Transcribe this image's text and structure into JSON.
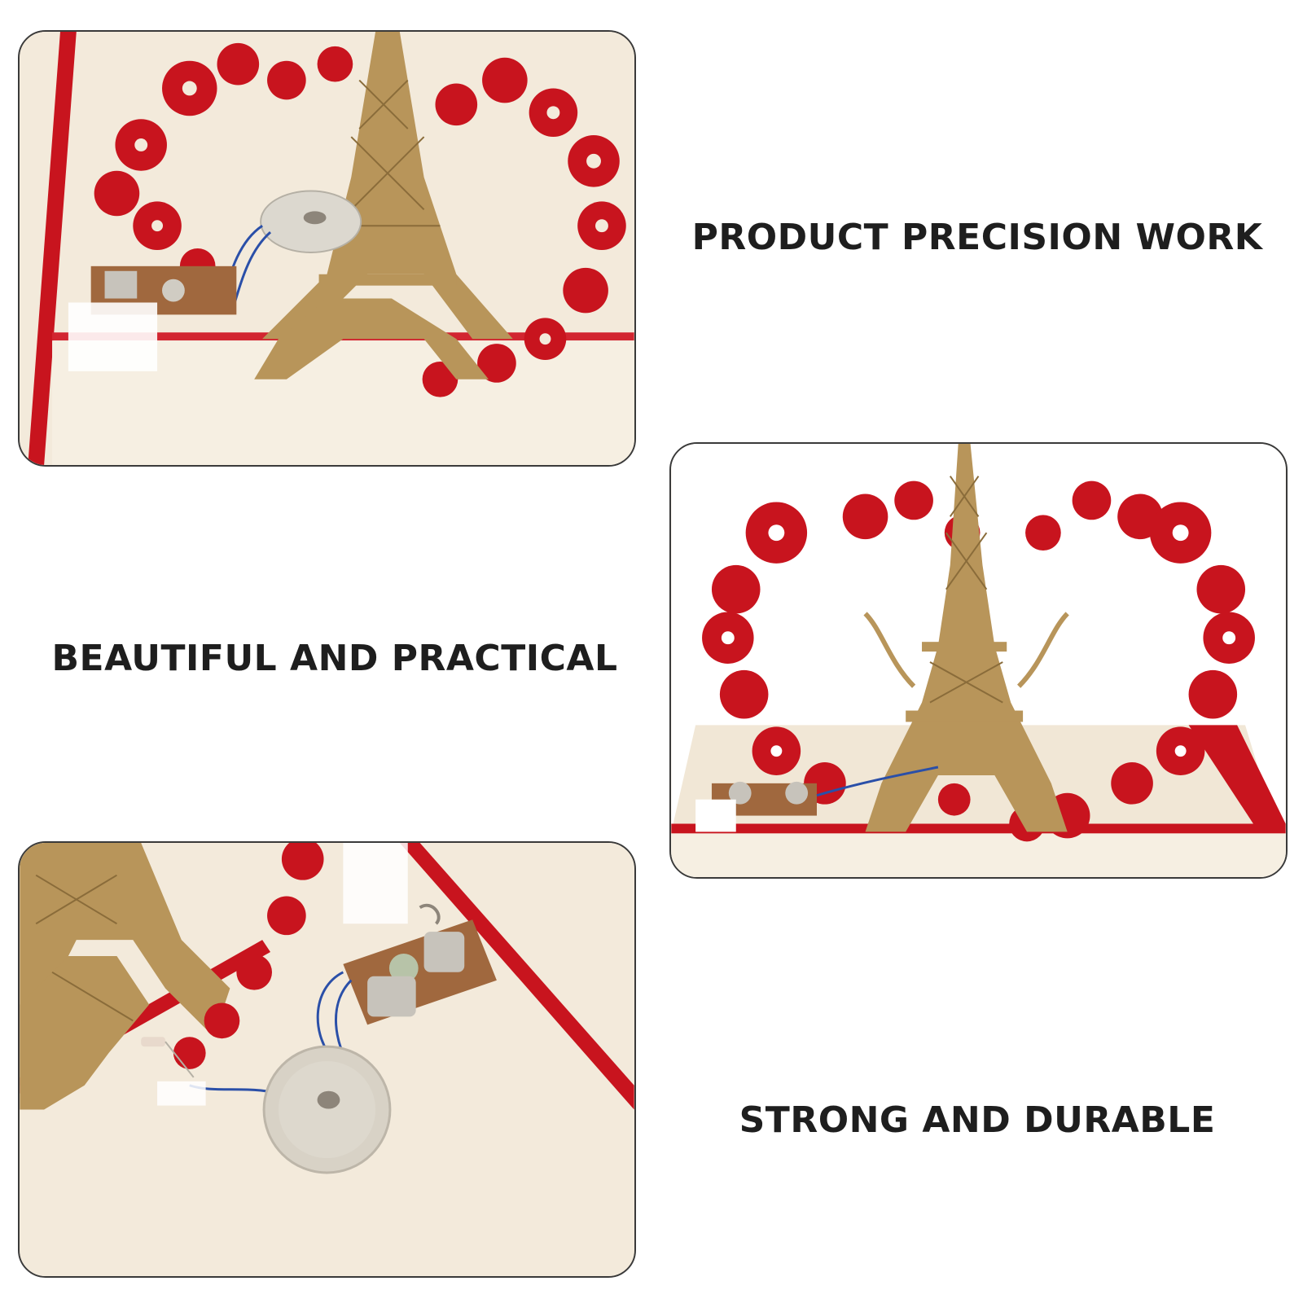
{
  "captions": {
    "top": "PRODUCT PRECISION WORK",
    "middle": "BEAUTIFUL AND PRACTICAL",
    "bottom": "STRONG AND DURABLE"
  },
  "colors": {
    "card_cream": "#f4ecdc",
    "lace_red": "#c8141e",
    "tower_gold": "#b8955a",
    "wire_blue": "#2a4fa8",
    "panel_border": "#3a3a3a",
    "text": "#1e1e1e"
  },
  "photos": [
    {
      "subject": "Eiffel Tower pop-up card detail with sound module"
    },
    {
      "subject": "Eiffel Tower pop-up card with red floral heart"
    },
    {
      "subject": "Sound module and speaker close-up"
    }
  ]
}
